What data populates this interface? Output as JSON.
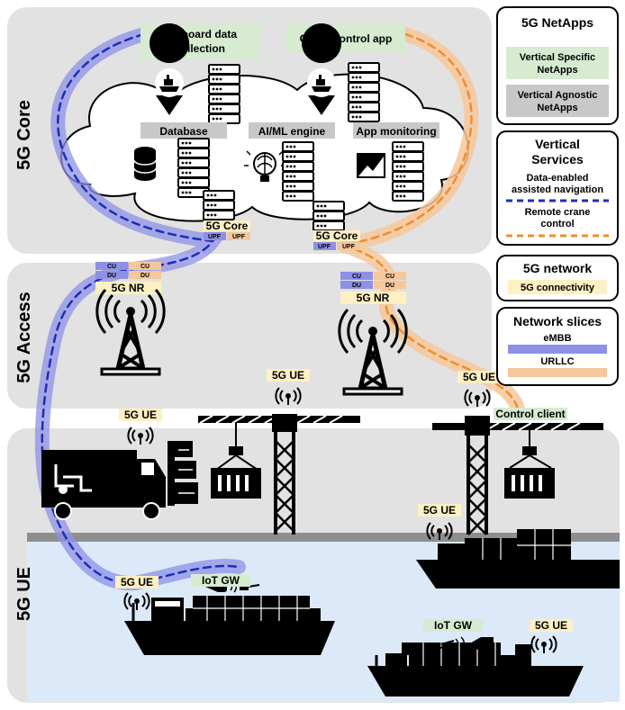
{
  "tiers": {
    "core": "5G Core",
    "access": "5G Access",
    "ue": "5G UE"
  },
  "core_apps": {
    "onboard": [
      "On-board data",
      "collection"
    ],
    "crane": "Crane control app",
    "database": "Database",
    "aiml": "AI/ML engine",
    "monitoring": "App monitoring"
  },
  "core_nodes": {
    "left_label": "5G Core",
    "right_label": "5G Core",
    "upf": "UPF"
  },
  "access": {
    "nr_label": "5G NR",
    "cu": "CU",
    "du": "DU"
  },
  "ue": {
    "ue_label": "5G UE",
    "iot_gw": "IoT GW",
    "control_client": "Control client"
  },
  "legend": {
    "netapps": {
      "title": "5G NetApps",
      "vertical_specific": [
        "Vertical Specific",
        "NetApps"
      ],
      "vertical_agnostic": [
        "Vertical Agnostic",
        "NetApps"
      ]
    },
    "services": {
      "title": [
        "Vertical",
        "Services"
      ],
      "navigation": [
        "Data-enabled",
        "assisted navigation"
      ],
      "crane": [
        "Remote crane",
        "control"
      ]
    },
    "network": {
      "title": "5G network",
      "connectivity": "5G connectivity"
    },
    "slices": {
      "title": "Network slices",
      "embb": "eMBB",
      "urllc": "URLLC"
    }
  },
  "colors": {
    "embb": "#8e90e6",
    "urllc": "#f6c79a",
    "nav_dash": "#1c2fb8",
    "crane_dash": "#ef8e2c",
    "specific": "#d6ebd0",
    "agnostic": "#c8c8c8",
    "connectivity": "#fdf0c3",
    "panel": "#e2e2e2",
    "sea": "#dce9f8"
  }
}
